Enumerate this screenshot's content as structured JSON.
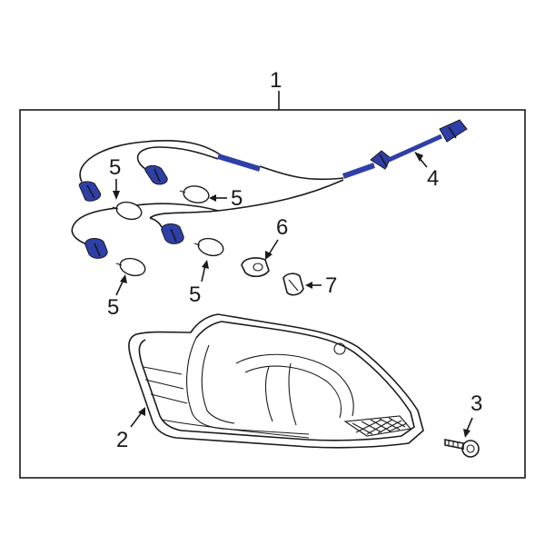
{
  "diagram": {
    "callouts": {
      "assembly": "1",
      "lens_housing": "2",
      "screw": "3",
      "harness": "4",
      "bulb_a": "5",
      "bulb_b": "5",
      "bulb_c": "5",
      "bulb_d": "5",
      "socket_cover": "6",
      "clip": "7"
    },
    "colors": {
      "line": "#1a1a1a",
      "highlight": "#2f3fa8",
      "background": "#ffffff"
    }
  }
}
